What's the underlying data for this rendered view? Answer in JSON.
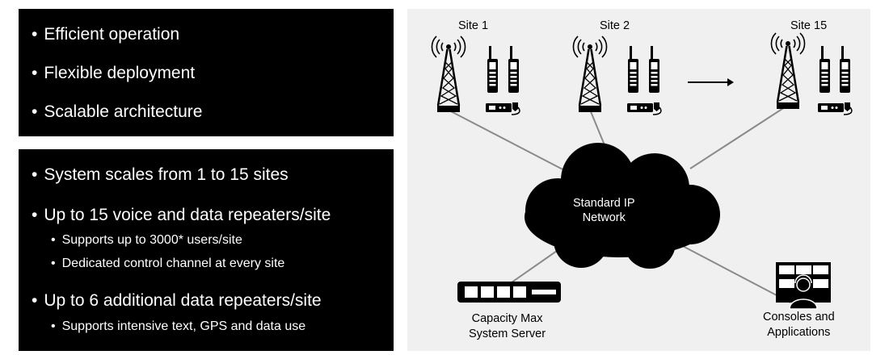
{
  "features": {
    "items": [
      "Efficient operation",
      "Flexible deployment",
      "Scalable architecture"
    ]
  },
  "specs": {
    "b1": "System scales from 1 to 15 sites",
    "b2": "Up to 15 voice and data repeaters/site",
    "b2_sub1": "Supports up to 3000* users/site",
    "b2_sub2": "Dedicated control channel at every site",
    "b3": "Up to 6 additional data repeaters/site",
    "b3_sub1": "Supports intensive text, GPS and data use"
  },
  "diagram": {
    "sites": [
      "Site 1",
      "Site 2",
      "Site 15"
    ],
    "network_label": [
      "Standard IP",
      "Network"
    ],
    "server_label": [
      "Capacity Max",
      "System Server"
    ],
    "consoles_label": [
      "Consoles and",
      "Applications"
    ],
    "colors": {
      "line": "#8a8a8a",
      "icon": "#000000",
      "background": "#f0f0f0"
    }
  }
}
